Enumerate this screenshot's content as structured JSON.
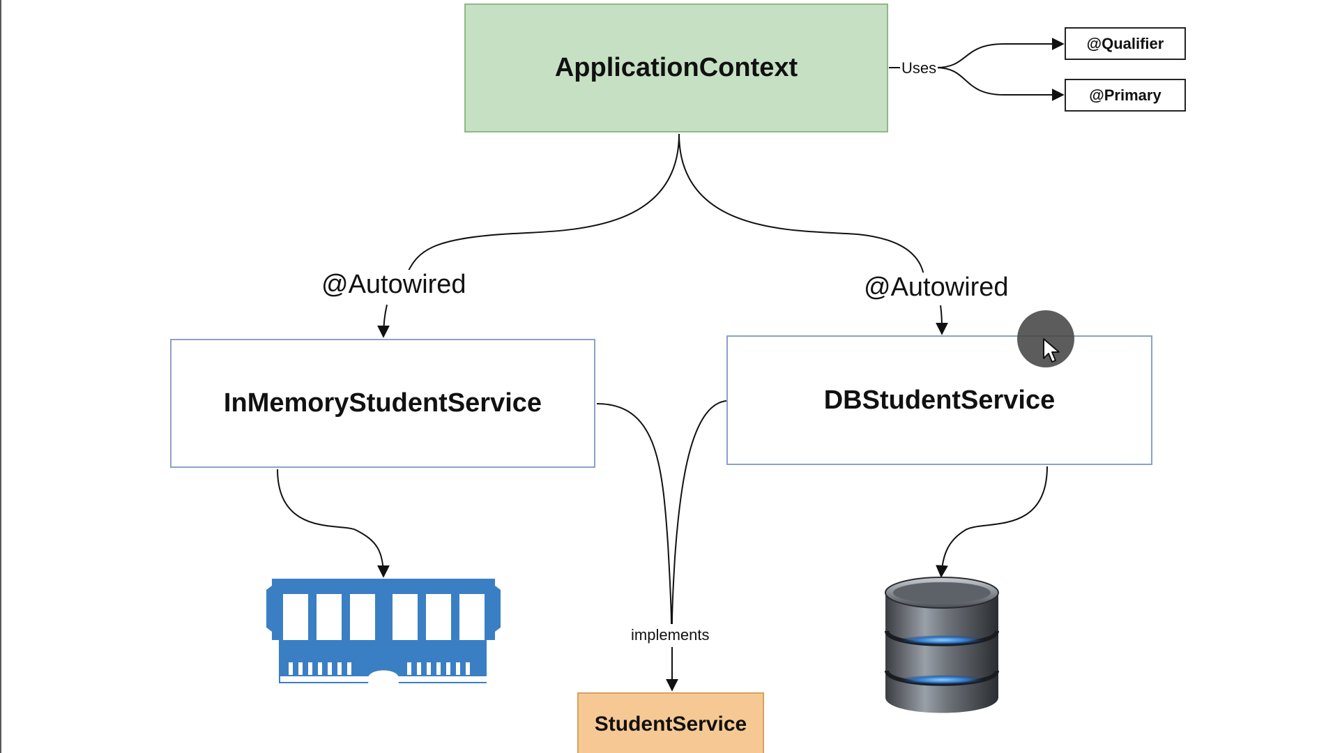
{
  "nodes": {
    "application_context": "ApplicationContext",
    "qualifier": "@Qualifier",
    "primary": "@Primary",
    "in_memory_service": "InMemoryStudentService",
    "db_service": "DBStudentService",
    "student_service": "StudentService"
  },
  "edge_labels": {
    "uses": "Uses",
    "autowired_left": "@Autowired",
    "autowired_right": "@Autowired",
    "implements": "implements"
  },
  "icons": {
    "memory": "ram-memory-module-icon",
    "database": "database-stack-icon",
    "cursor": "mouse-pointer-icon"
  },
  "colors": {
    "context_fill": "#c6e0c3",
    "context_border": "#8fb886",
    "service_border": "#8aa2c4",
    "interface_fill": "#f6c994",
    "ram_blue": "#3a7fc4"
  }
}
